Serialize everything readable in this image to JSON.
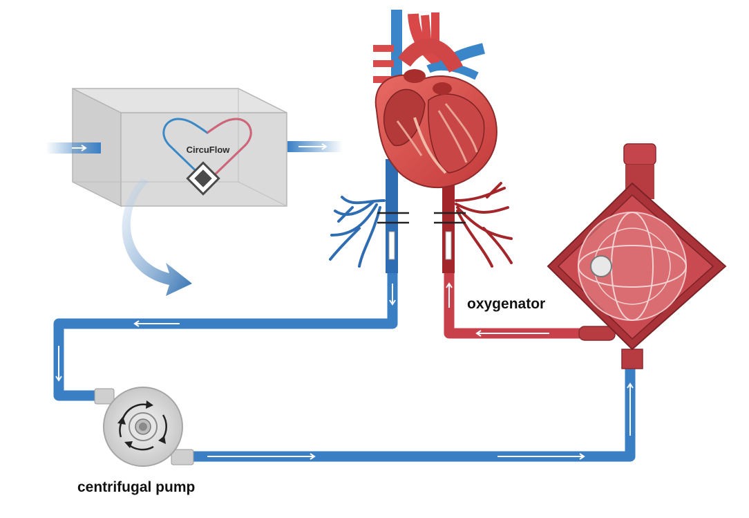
{
  "labels": {
    "oxygenator": "oxygenator",
    "pump": "centrifugal pump"
  },
  "device": {
    "logo_text": "CircuFlow"
  },
  "colors": {
    "venous_blue": "#3a7fc4",
    "arterial_red": "#c8414a",
    "heart_red": "#d9534f",
    "device_grey": "#d9d9d9",
    "pump_grey": "#cfcfcf"
  }
}
